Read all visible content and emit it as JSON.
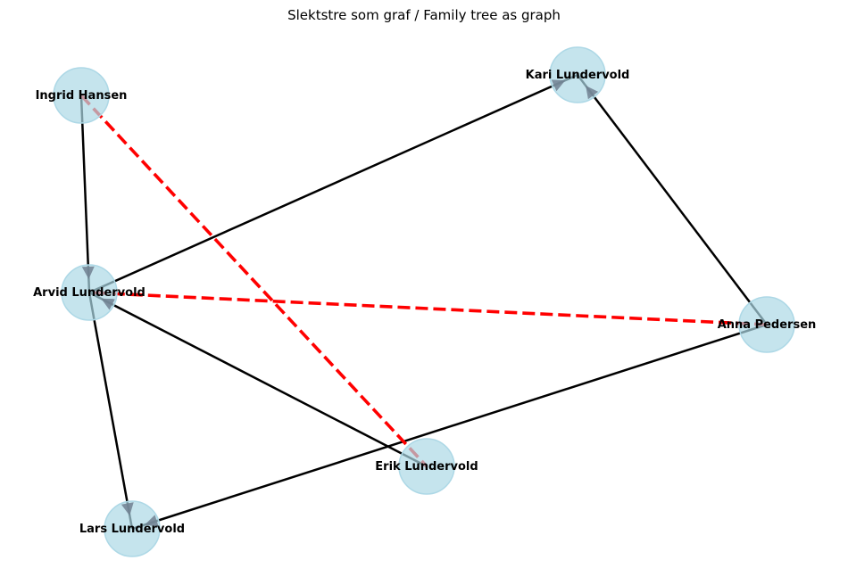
{
  "title": "Slektstre som graf / Family tree as graph",
  "colors": {
    "node_fill": "#add8e6",
    "parent_edge": "#000000",
    "spouse_edge": "#ff0000",
    "arrowhead": "#708090"
  },
  "nodes": [
    {
      "id": "ingrid",
      "label": "Ingrid Hansen"
    },
    {
      "id": "kari",
      "label": "Kari Lundervold"
    },
    {
      "id": "arvid",
      "label": "Arvid Lundervold"
    },
    {
      "id": "anna",
      "label": "Anna Pedersen"
    },
    {
      "id": "erik",
      "label": "Erik Lundervold"
    },
    {
      "id": "lars",
      "label": "Lars Lundervold"
    }
  ],
  "edges": [
    {
      "source": "ingrid",
      "target": "arvid",
      "kind": "parent",
      "directed": true
    },
    {
      "source": "arvid",
      "target": "kari",
      "kind": "parent",
      "directed": true
    },
    {
      "source": "anna",
      "target": "kari",
      "kind": "parent",
      "directed": true
    },
    {
      "source": "arvid",
      "target": "lars",
      "kind": "parent",
      "directed": true
    },
    {
      "source": "anna",
      "target": "lars",
      "kind": "parent",
      "directed": true
    },
    {
      "source": "erik",
      "target": "arvid",
      "kind": "parent",
      "directed": true
    },
    {
      "source": "ingrid",
      "target": "erik",
      "kind": "spouse",
      "directed": false
    },
    {
      "source": "anna",
      "target": "arvid",
      "kind": "spouse",
      "directed": false
    }
  ]
}
